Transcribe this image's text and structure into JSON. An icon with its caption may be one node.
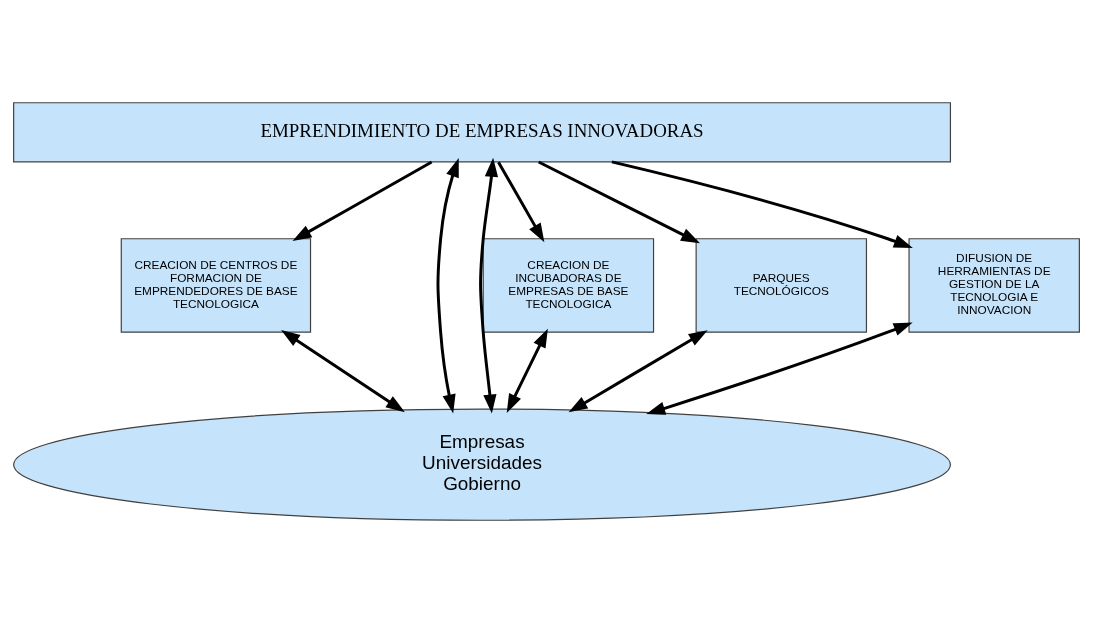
{
  "diagram": {
    "nodes": [
      {
        "text": [
          "EMPRENDIMIENTO DE EMPRESAS INNOVADORAS"
        ]
      },
      {
        "text": [
          "CREACION DE CENTROS DE FORMACION DE EMPRENDEDORES DE BASE TECNOLOGICA"
        ]
      },
      {
        "text": [
          "CREACION DE INCUBADORAS DE EMPRESAS DE BASE TECNOLOGICA"
        ]
      },
      {
        "text": [
          "PARQUES TECNOLÓGICOS"
        ]
      },
      {
        "text": [
          "DIFUSION DE HERRAMIENTAS DE GESTION DE LA TECNOLOGIA E INNOVACION"
        ]
      },
      {
        "text": [
          "Empresas",
          "Universidades",
          "Gobierno"
        ]
      }
    ],
    "edges": [
      {
        "from": 0,
        "to": 1,
        "arrow": "to"
      },
      {
        "from": 1,
        "to": 5,
        "arrow": "both"
      },
      {
        "from": 0,
        "to": 5,
        "arrow": "both"
      },
      {
        "from": 0,
        "to": 2,
        "arrow": "to"
      },
      {
        "from": 2,
        "to": 5,
        "arrow": "both"
      },
      {
        "from": 0,
        "to": 5,
        "arrow": "both"
      },
      {
        "from": 0,
        "to": 3,
        "arrow": "to"
      },
      {
        "from": 3,
        "to": 5,
        "arrow": "both"
      },
      {
        "from": 0,
        "to": 4,
        "arrow": "to"
      },
      {
        "from": 4,
        "to": 5,
        "arrow": "both"
      }
    ]
  }
}
